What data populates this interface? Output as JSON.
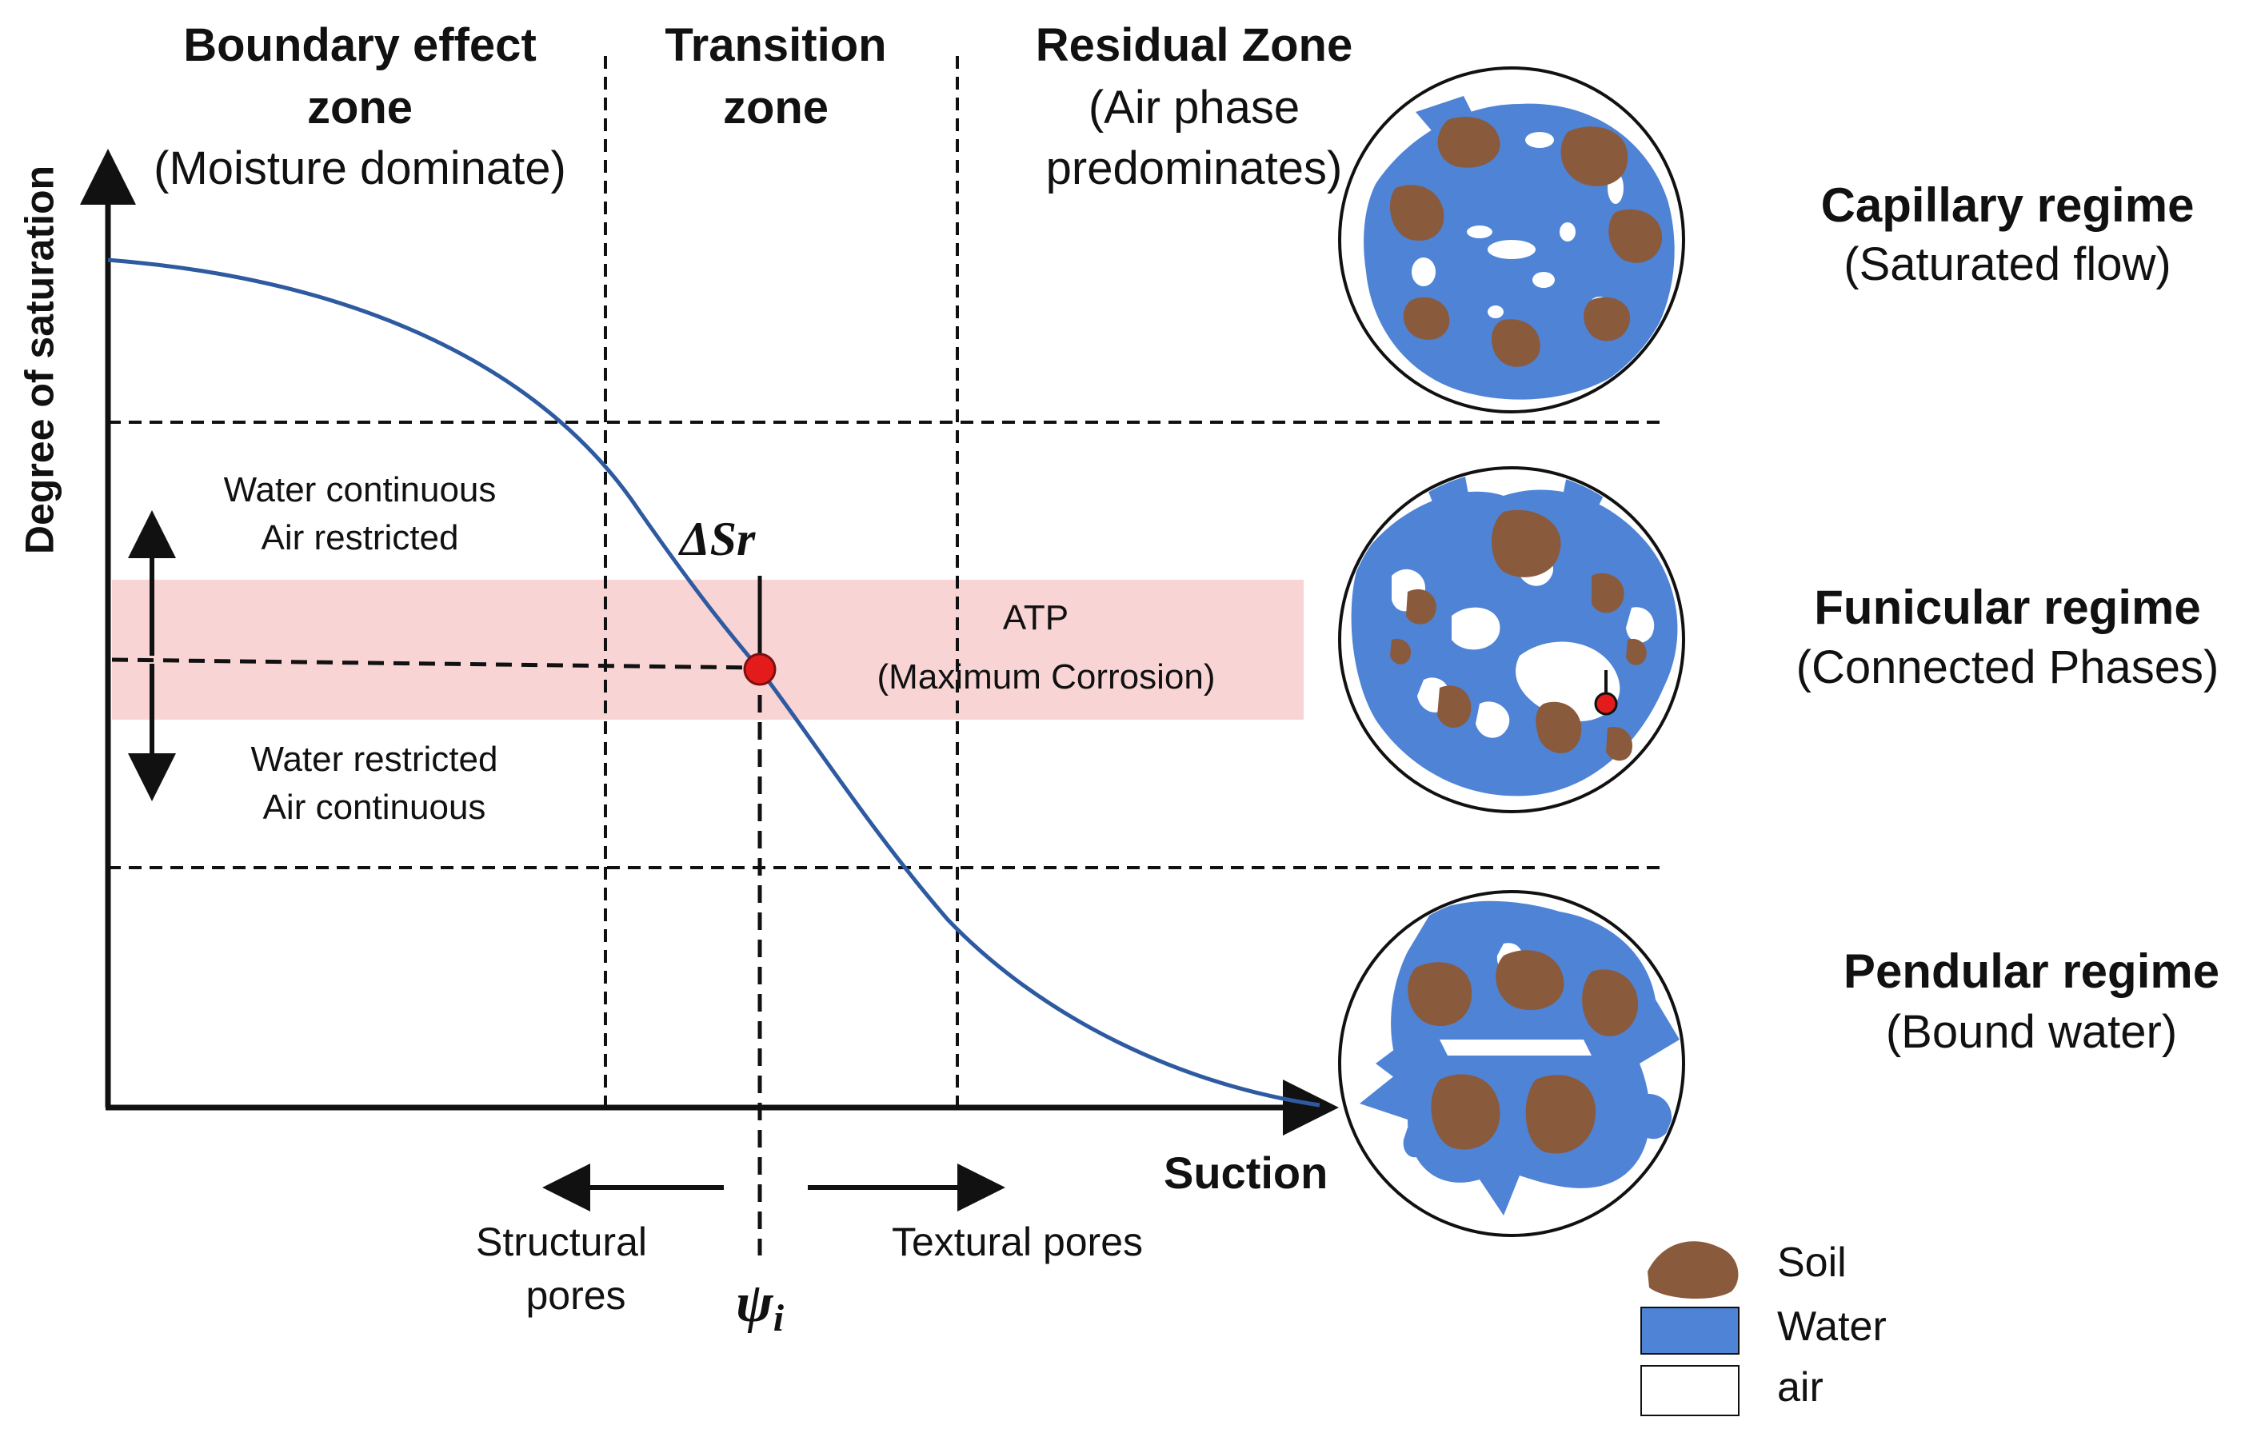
{
  "zones": [
    {
      "title": "Boundary effect",
      "title2": "zone",
      "subtitle": "(Moisture dominate)"
    },
    {
      "title": "Transition",
      "title2": "zone"
    },
    {
      "title": "Residual Zone",
      "subtitle": "(Air phase",
      "subtitle2": "predominates)"
    }
  ],
  "axes": {
    "y_label": "Degree of saturation",
    "x_label": "Suction"
  },
  "band": {
    "label": "ATP",
    "sublabel": "(Maximum Corrosion)"
  },
  "upper_note": {
    "line1": "Water continuous",
    "line2": "Air restricted"
  },
  "lower_note": {
    "line1": "Water restricted",
    "line2": "Air continuous"
  },
  "delta_label": "ΔSr",
  "psi_label": "ψ",
  "psi_sub": "i",
  "pores": {
    "left_line1": "Structural",
    "left_line2": "pores",
    "right": "Textural pores"
  },
  "regimes": [
    {
      "title": "Capillary regime",
      "subtitle": "(Saturated flow)"
    },
    {
      "title": "Funicular regime",
      "subtitle": "(Connected Phases)"
    },
    {
      "title": "Pendular regime",
      "subtitle": "(Bound water)"
    }
  ],
  "legend": [
    {
      "label": "Soil",
      "icon": "soil-icon",
      "color": "#8a5a3c"
    },
    {
      "label": "Water",
      "icon": "water-icon",
      "color": "#4f83d6"
    },
    {
      "label": "air",
      "icon": "air-icon",
      "color": "#ffffff"
    }
  ],
  "colors": {
    "curve": "#2d5aa0",
    "band": "#f9d4d4",
    "point": "#e41b1b",
    "soil": "#8a5a3c",
    "water": "#4f83d6"
  }
}
